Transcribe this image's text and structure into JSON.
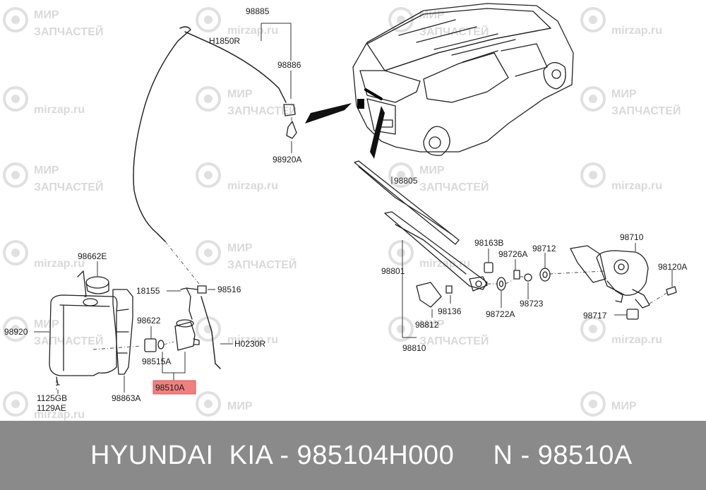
{
  "watermark": {
    "line1": "МИР",
    "line2": "ЗАПЧАСТЕЙ",
    "url": "mirzap.ru"
  },
  "callouts": {
    "p98885": "98885",
    "pH1850R": "H1850R",
    "p98886": "98886",
    "p98920A": "98920A",
    "p98805": "98805",
    "p98163B": "98163B",
    "p98710": "98710",
    "p98726A": "98726A",
    "p98712": "98712",
    "p98120A": "98120A",
    "p98801": "98801",
    "p98136": "98136",
    "p98722A": "98722A",
    "p98723": "98723",
    "p98717": "98717",
    "p98812": "98812",
    "p98810": "98810",
    "p98662E": "98662E",
    "p18155": "18155",
    "p98516": "98516",
    "p98622": "98622",
    "p98920": "98920",
    "pH0230R": "H0230R",
    "p98515A": "98515A",
    "p98510A": "98510A",
    "p1125GB": "1125GB",
    "p1129AE": "1129AE",
    "p98863A": "98863A"
  },
  "highlight_color": "#f08080",
  "footer": {
    "text": "HYUNDAI  KIA - 985104H000     N - 98510A"
  }
}
